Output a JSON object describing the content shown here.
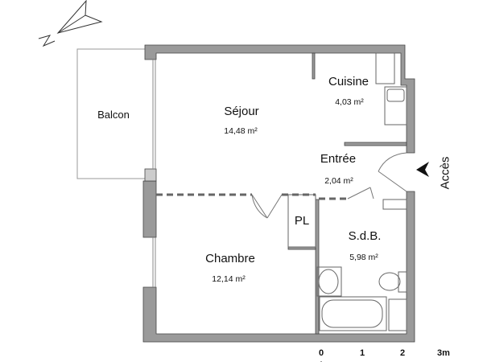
{
  "rooms": {
    "balcon": {
      "name": "Balcon"
    },
    "sejour": {
      "name": "Séjour",
      "area": "14,48 m²"
    },
    "cuisine": {
      "name": "Cuisine",
      "area": "4,03 m²"
    },
    "entree": {
      "name": "Entrée",
      "area": "2,04 m²"
    },
    "pl": {
      "name": "PL"
    },
    "sdb": {
      "name": "S.d.B.",
      "area": "5,98 m²"
    },
    "chambre": {
      "name": "Chambre",
      "area": "12,14 m²"
    }
  },
  "access": {
    "label": "Accès"
  },
  "compass": {
    "label": "N"
  },
  "scale": {
    "ticks": [
      "0",
      "1",
      "2",
      "3m"
    ]
  },
  "colors": {
    "wall": "#9a9a9a",
    "wall_outline": "#444444",
    "line": "#777777"
  }
}
